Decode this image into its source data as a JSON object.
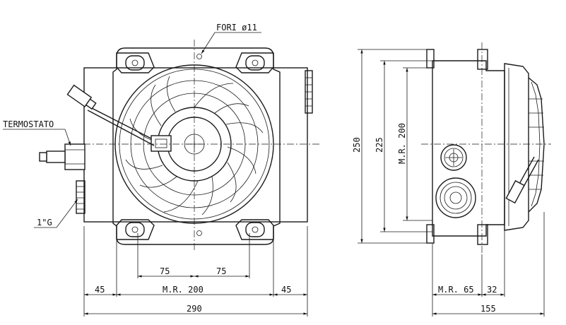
{
  "labels": {
    "holes": "FORI ø11",
    "thermostat": "TERMOSTATO",
    "thread": "1\"G"
  },
  "front_view": {
    "bottom_dims": {
      "total": "290",
      "left_margin": "45",
      "center": "M.R. 200",
      "right_margin": "45",
      "half_left": "75",
      "half_right": "75"
    }
  },
  "side_view": {
    "vertical_dims": {
      "overall": "250",
      "mid": "225",
      "inner": "M.R. 200"
    },
    "bottom_dims": {
      "total": "155",
      "left": "M.R. 65",
      "right": "32"
    }
  }
}
